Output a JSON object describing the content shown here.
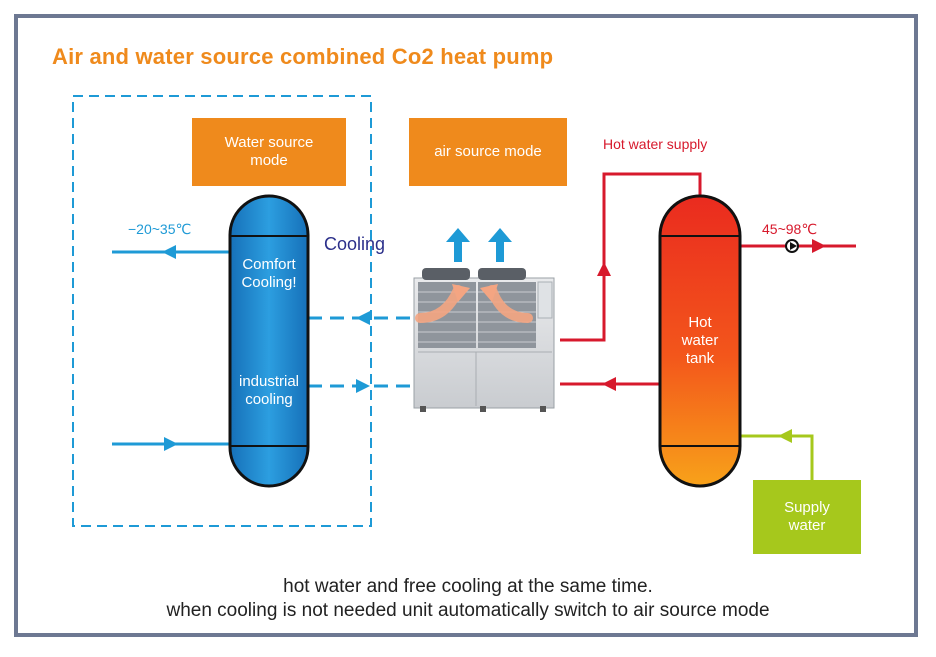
{
  "title": "Air and water source combined Co2 heat pump",
  "labels": {
    "water_source_mode": "Water  source\nmode",
    "air_source_mode": "air source mode",
    "hot_water_supply": "Hot water supply",
    "cold_range": "−20~35℃",
    "hot_range": "45~98℃",
    "cooling": "Cooling",
    "comfort_cooling": "Comfort\nCooling!",
    "industrial_cooling": "industrial\ncooling",
    "hot_water_tank": "Hot\nwater\ntank",
    "supply_water": "Supply\nwater"
  },
  "footer": {
    "line1": "hot water and free cooling at the same time.",
    "line2": "when cooling is not needed unit automatically switch to air source mode"
  },
  "colors": {
    "accent_orange": "#ef8a1c",
    "cold_pipe": "#1e9ad6",
    "hot_pipe": "#d7192c",
    "supply_green": "#a6c81c",
    "frame": "#6d7892"
  }
}
